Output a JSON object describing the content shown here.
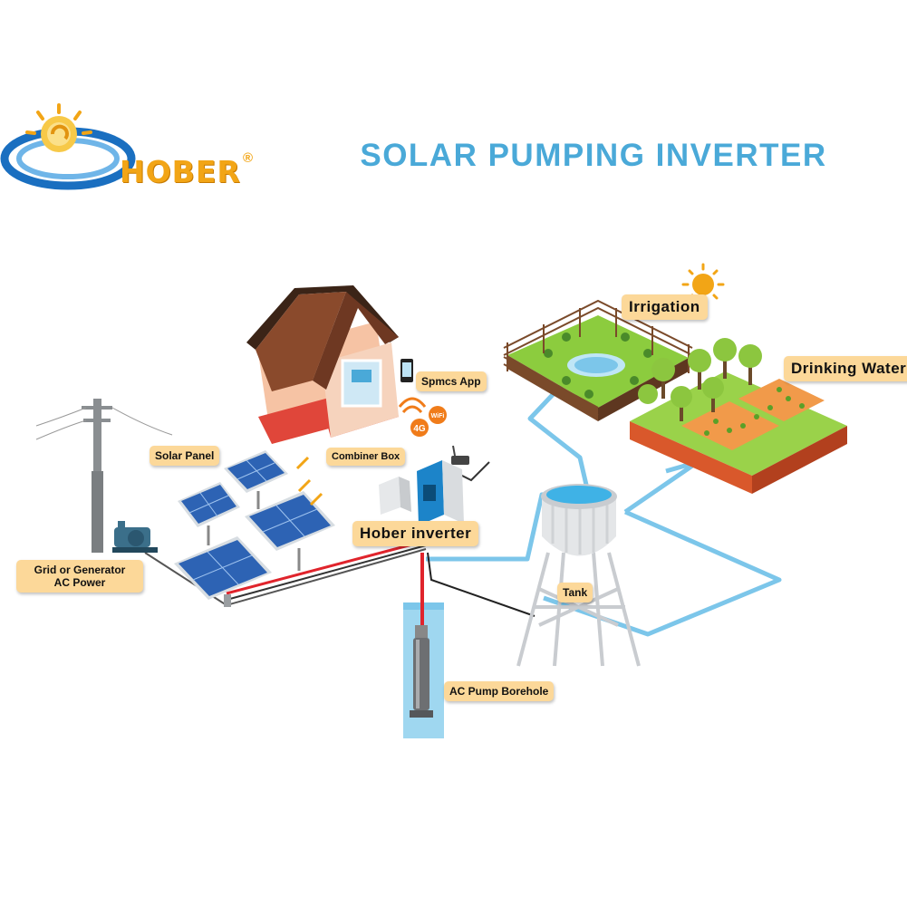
{
  "header": {
    "title": "SOLAR PUMPING INVERTER",
    "brand": "HOBER",
    "registered_mark": "®"
  },
  "labels": {
    "irrigation": "Irrigation",
    "drinking_water": "Drinking Water",
    "spmcs_app": "Spmcs App",
    "solar_panel": "Solar Panel",
    "combiner_box": "Combiner Box",
    "hober_inverter": "Hober inverter",
    "grid_line1": "Grid or Generator",
    "grid_line2": "AC Power",
    "tank": "Tank",
    "pump_borehole": "AC Pump Borehole"
  },
  "icons": {
    "signal_badges": [
      "4G",
      "WiFi"
    ]
  },
  "colors": {
    "title": "#4aa9d8",
    "brand": "#f2a516",
    "label_bg": "#fcd899",
    "water_pipe": "#7cc6ea",
    "dc_cable": "#e0242c"
  }
}
